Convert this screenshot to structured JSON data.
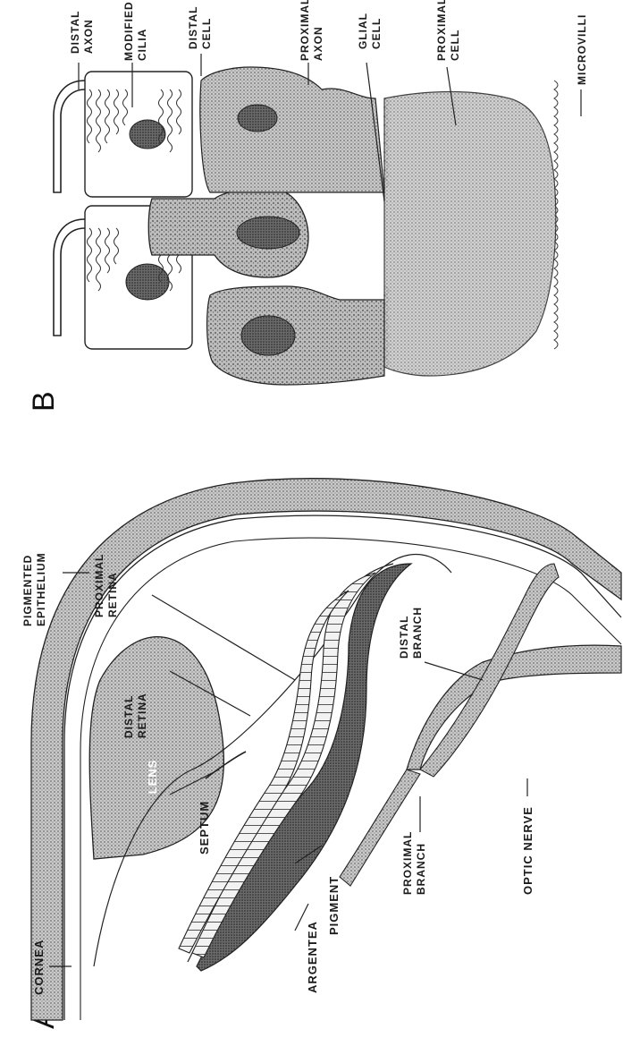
{
  "panels": {
    "a": "A",
    "b": "B"
  },
  "panel_a": {
    "labels": {
      "cornea": "CORNEA",
      "pigmented_epithelium": [
        "PIGMENTED",
        "EPITHELIUM"
      ],
      "lens": "LENS",
      "septum": "SEPTUM",
      "argentea": "ARGENTEA",
      "pigment": "PIGMENT",
      "distal_retina": [
        "DISTAL",
        "RETINA"
      ],
      "proximal_retina": [
        "PROXIMAL",
        "RETINA"
      ],
      "proximal_branch": [
        "PROXIMAL",
        "BRANCH"
      ],
      "distal_branch": [
        "DISTAL",
        "BRANCH"
      ],
      "optic_nerve": "OPTIC NERVE"
    }
  },
  "panel_b": {
    "labels": {
      "distal_axon": [
        "DISTAL",
        "AXON"
      ],
      "modified_cilia": [
        "MODIFIED",
        "CILIA"
      ],
      "distal_cell": [
        "DISTAL",
        "CELL"
      ],
      "proximal_axon": [
        "PROXIMAL",
        "AXON"
      ],
      "glial_cell": [
        "GLIAL",
        "CELL"
      ],
      "proximal_cell": [
        "PROXIMAL",
        "CELL"
      ],
      "microvilli": "MICROVILLI"
    }
  }
}
